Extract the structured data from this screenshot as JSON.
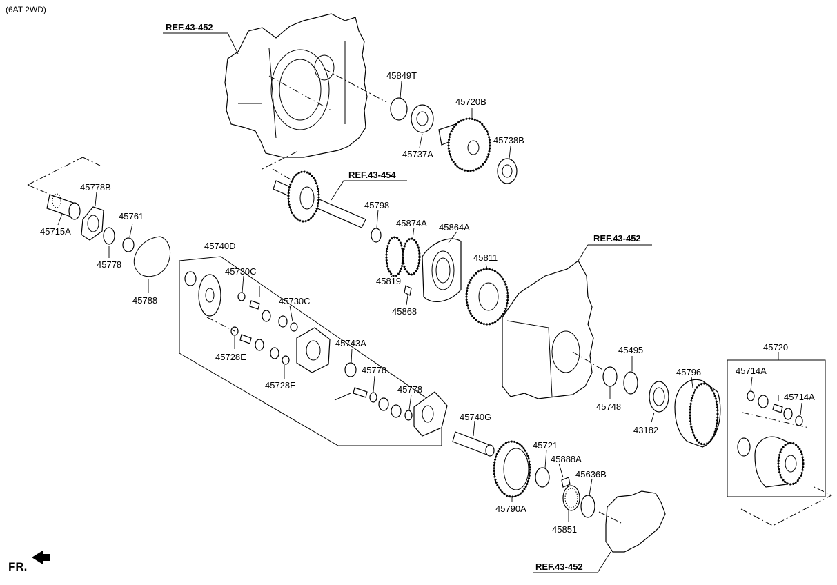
{
  "header": {
    "variant": "(6AT 2WD)"
  },
  "refs": {
    "ref_top": "REF.43-452",
    "ref_shaft": "REF.43-454",
    "ref_right": "REF.43-452",
    "ref_bottom": "REF.43-452"
  },
  "parts": {
    "p45849T": "45849T",
    "p45720B": "45720B",
    "p45737A": "45737A",
    "p45738B": "45738B",
    "p45778B": "45778B",
    "p45761": "45761",
    "p45715A": "45715A",
    "p45778_left": "45778",
    "p45788": "45788",
    "p45740D": "45740D",
    "p45730C_a": "45730C",
    "p45730C_b": "45730C",
    "p45728E_a": "45728E",
    "p45728E_b": "45728E",
    "p45743A": "45743A",
    "p45778_mid": "45778",
    "p45778_low": "45778",
    "p45798": "45798",
    "p45874A": "45874A",
    "p45864A": "45864A",
    "p45819": "45819",
    "p45811": "45811",
    "p45868": "45868",
    "p45495": "45495",
    "p45748": "45748",
    "p45796": "45796",
    "p43182": "43182",
    "p45720": "45720",
    "p45714A_a": "45714A",
    "p45714A_b": "45714A",
    "p45740G": "45740G",
    "p45721": "45721",
    "p45888A": "45888A",
    "p45636B": "45636B",
    "p45790A": "45790A",
    "p45851": "45851"
  },
  "footer": {
    "direction": "FR."
  }
}
